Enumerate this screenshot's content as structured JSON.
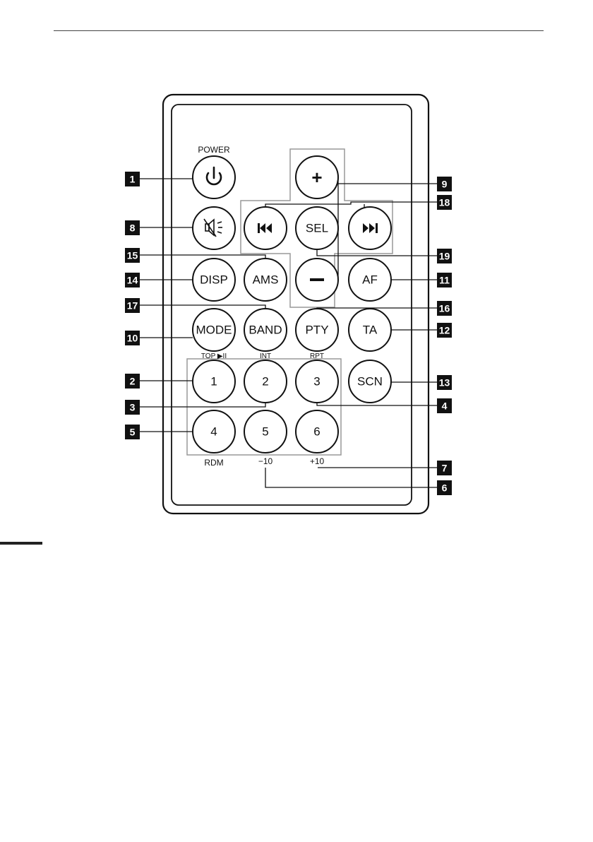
{
  "header": {},
  "remote": {
    "power_label": "POWER",
    "buttons": {
      "power": "",
      "mute": "",
      "plus": "+",
      "prev": "",
      "sel": "SEL",
      "next": "",
      "minus": "−",
      "disp": "DISP",
      "ams": "AMS",
      "af": "AF",
      "mode": "MODE",
      "band": "BAND",
      "pty": "PTY",
      "ta": "TA",
      "num1": "1",
      "num2": "2",
      "num3": "3",
      "scn": "SCN",
      "num4": "4",
      "num5": "5",
      "num6": "6"
    },
    "sublabels": {
      "top": "TOP ▶II",
      "int": "INT",
      "rpt": "RPT",
      "rdm": "RDM",
      "minus10": "−10",
      "plus10": "+10"
    },
    "callouts": {
      "c1": "1",
      "c2": "2",
      "c3": "3",
      "c4": "4",
      "c5": "5",
      "c6": "6",
      "c7": "7",
      "c8": "8",
      "c9": "9",
      "c10": "10",
      "c11": "11",
      "c12": "12",
      "c13": "13",
      "c14": "14",
      "c15": "15",
      "c16": "16",
      "c17": "17",
      "c18": "18",
      "c19": "19"
    }
  },
  "colors": {
    "ink": "#111111",
    "callout_bg": "#111111",
    "group_outline": "#999999"
  }
}
